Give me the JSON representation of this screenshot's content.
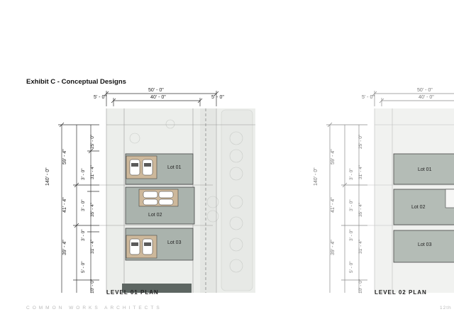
{
  "header": {
    "title": "Exhibit C - Conceptual Designs"
  },
  "plans": [
    {
      "label": "LEVEL 01 PLAN",
      "dims_top": {
        "overall": "50' - 0\"",
        "inner": "40' - 0\"",
        "left_setback": "5' - 0\"",
        "right_setback": "5' - 0\""
      },
      "dims_left": {
        "overall": "140' - 0\"",
        "seg1": "59' - 4\"",
        "seg2": "41' - 4\"",
        "seg3": "39' - 4\"",
        "seg4": "10' - 0\""
      },
      "dims_left_inner": {
        "a": "25' - 0\"",
        "b": "3' - 0\"",
        "c": "31' - 4\"",
        "d": "3' - 0\"",
        "e": "35' - 4\"",
        "f": "3' - 0\"",
        "g": "31' - 4\"",
        "h": "5' - 0\""
      },
      "lots": [
        "Lot 01",
        "Lot 02",
        "Lot 03"
      ]
    },
    {
      "label": "LEVEL 02 PLAN",
      "dims_top": {
        "overall": "50' - 0\"",
        "inner": "40' - 0\"",
        "left_setback": "5' - 0\""
      },
      "dims_left": {
        "overall": "140' - 0\"",
        "seg1": "59' - 4\"",
        "seg2": "41' - 4\"",
        "seg3": "39' - 4\"",
        "seg4": "10' - 0\""
      },
      "dims_left_inner": {
        "a": "25' - 0\"",
        "b": "3' - 0\"",
        "c": "31' - 4\"",
        "d": "3' - 0\"",
        "e": "35' - 4\"",
        "f": "3' - 0\"",
        "g": "31' - 4\"",
        "h": "5' - 0\""
      },
      "lots": [
        "Lot 01",
        "Lot 02",
        "Lot 03"
      ]
    }
  ],
  "footer": {
    "firm": "COMMON WORKS ARCHITECTS",
    "page_ref": "12th"
  },
  "colors": {
    "lot_fill": "#a9b2ac",
    "lot_fill_light": "#b4bcb6",
    "site_bg": "#e9ebe8",
    "garage": "#c9b49a",
    "line": "#555555"
  }
}
